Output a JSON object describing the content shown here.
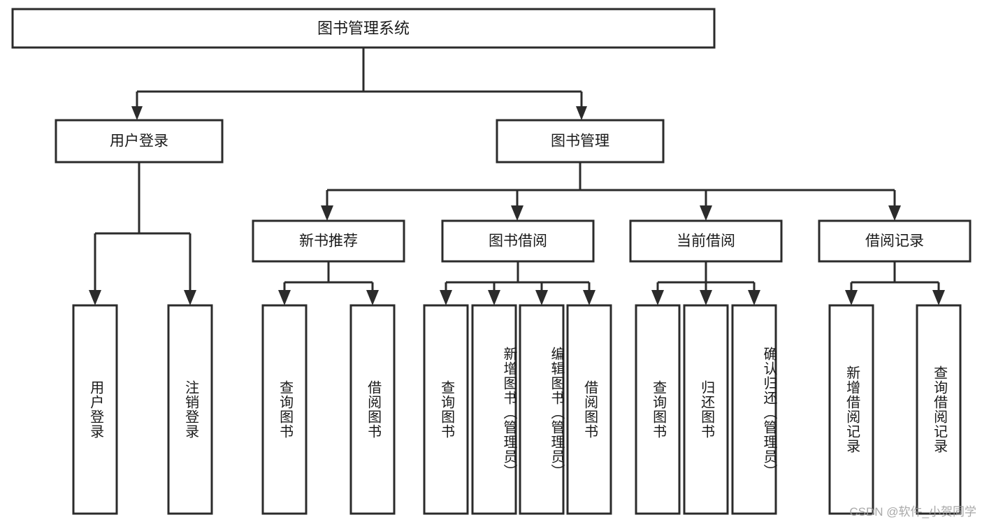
{
  "diagram": {
    "title": "图书管理系统",
    "type": "tree",
    "watermark": "CSDN @软件_小贺同学",
    "colors": {
      "box_stroke": "#2b2b2b",
      "box_fill": "#ffffff",
      "text": "#1a1a1a",
      "watermark": "#9a9a9a",
      "background": "#ffffff"
    },
    "root": {
      "label": "图书管理系统"
    },
    "level2": [
      {
        "id": "user-login",
        "label": "用户登录"
      },
      {
        "id": "book-manage",
        "label": "图书管理"
      }
    ],
    "level3": [
      {
        "id": "new-book-recommend",
        "label": "新书推荐"
      },
      {
        "id": "book-borrow",
        "label": "图书借阅"
      },
      {
        "id": "current-borrow",
        "label": "当前借阅"
      },
      {
        "id": "borrow-record",
        "label": "借阅记录"
      }
    ],
    "leaves": {
      "user-login": [
        {
          "id": "leaf-user-login",
          "label": "用户登录"
        },
        {
          "id": "leaf-user-logout",
          "label": "注销登录"
        }
      ],
      "new-book-recommend": [
        {
          "id": "leaf-query-book-1",
          "label": "查询图书"
        },
        {
          "id": "leaf-borrow-book-1",
          "label": "借阅图书"
        }
      ],
      "book-borrow": [
        {
          "id": "leaf-query-book-2",
          "label": "查询图书"
        },
        {
          "id": "leaf-add-book",
          "label": "新增图书（管理员）"
        },
        {
          "id": "leaf-edit-book",
          "label": "编辑图书（管理员）"
        },
        {
          "id": "leaf-borrow-book-2",
          "label": "借阅图书"
        }
      ],
      "current-borrow": [
        {
          "id": "leaf-query-book-3",
          "label": "查询图书"
        },
        {
          "id": "leaf-return-book",
          "label": "归还图书"
        },
        {
          "id": "leaf-confirm-return",
          "label": "确认归还（管理员）"
        }
      ],
      "borrow-record": [
        {
          "id": "leaf-add-record",
          "label": "新增借阅记录"
        },
        {
          "id": "leaf-query-record",
          "label": "查询借阅记录"
        }
      ]
    }
  }
}
